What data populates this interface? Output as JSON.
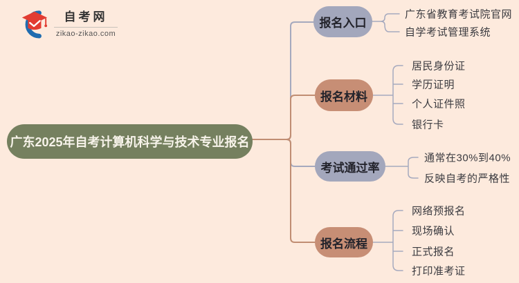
{
  "logo": {
    "site_name": "自考网",
    "site_url": "zikao-zikao.com",
    "icon": "graduation-cap-icon",
    "cap_color": "#e23c32",
    "crescent_color": "#1f6cb0"
  },
  "root": {
    "label": "广东2025年自考计算机科学与技术专业报名",
    "bg_color": "#75805f",
    "text_color": "#f7f3ea"
  },
  "branches": [
    {
      "label": "报名入口",
      "bg_color": "#a3a7bc",
      "edge_color": "#a5a9be",
      "children": [
        "广东省教育考试院官网",
        "自学考试管理系统"
      ]
    },
    {
      "label": "报名材料",
      "bg_color": "#c78e75",
      "edge_color": "#c08d72",
      "children": [
        "居民身份证",
        "学历证明",
        "个人证件照",
        "银行卡"
      ]
    },
    {
      "label": "考试通过率",
      "bg_color": "#a3a7bc",
      "edge_color": "#a5a9be",
      "children": [
        "通常在30%到40%",
        "反映自考的严格性"
      ]
    },
    {
      "label": "报名流程",
      "bg_color": "#c78e75",
      "edge_color": "#c08d72",
      "children": [
        "网络预报名",
        "现场确认",
        "正式报名",
        "打印准考证"
      ]
    }
  ],
  "style": {
    "background_color": "#fdeadd",
    "leaf_connector_color": "#a5a9be",
    "leaf_text_color": "#3b3b40"
  }
}
